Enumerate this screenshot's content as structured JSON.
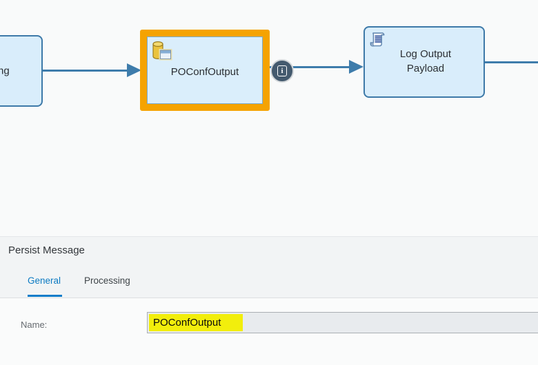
{
  "colors": {
    "selection_orange": "#F5A301",
    "node_fill": "#D9EDFB",
    "node_border": "#3D79A8",
    "connector_blue": "#3E7CAB",
    "info_badge_bg": "#445A6E",
    "active_tab_blue": "#0A7CC9",
    "find_highlight_yellow": "#F2EE0C"
  },
  "flow": {
    "left_node": {
      "label": "ng"
    },
    "persist_node": {
      "label": "POConfOutput"
    },
    "info_badge": {
      "glyph": "i"
    },
    "log_node": {
      "label": "Log Output Payload"
    }
  },
  "panel": {
    "title": "Persist Message",
    "tabs": [
      {
        "label": "General",
        "active": true
      },
      {
        "label": "Processing",
        "active": false
      }
    ],
    "fields": {
      "name_label": "Name:",
      "name_value": "POConfOutput"
    }
  }
}
